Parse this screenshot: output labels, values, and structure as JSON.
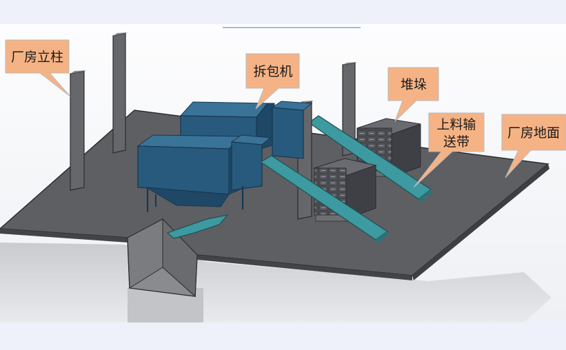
{
  "labels": {
    "column": "厂房立柱",
    "unpacker": "拆包机",
    "stack": "堆垛",
    "conveyor_line1": "上料输",
    "conveyor_line2": "送带",
    "floor": "厂房地面"
  },
  "colors": {
    "background": "#eef1f9",
    "render_bg": "#f9fafc",
    "floor": "#5b5b5e",
    "column": "#5d5e62",
    "machine": "#285a7d",
    "conveyor": "#3c9aa0",
    "stack": "#4b4c52",
    "callout_fill": "#f5b385",
    "callout_stroke": "#b8b8b8"
  }
}
